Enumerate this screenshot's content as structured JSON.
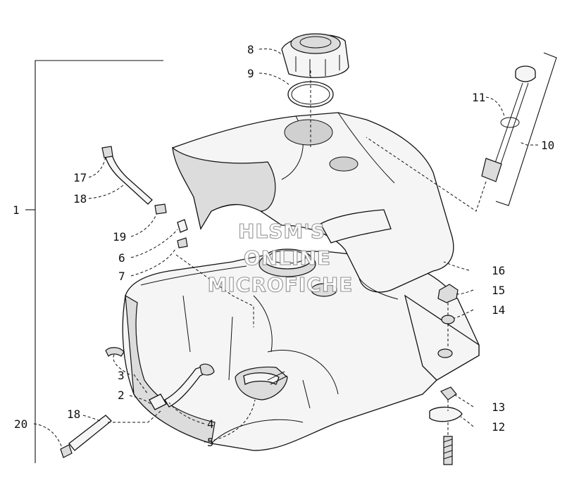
{
  "watermark": {
    "line1": "HLSM'S",
    "line2": "ONLINE",
    "line3": "MICROFICHE"
  },
  "callouts": {
    "c1": "1",
    "c2": "2",
    "c3": "3",
    "c4": "4",
    "c5": "5",
    "c6": "6",
    "c7": "7",
    "c8": "8",
    "c9": "9",
    "c10": "10",
    "c11": "11",
    "c12": "12",
    "c13": "13",
    "c14": "14",
    "c15": "15",
    "c16": "16",
    "c17": "17",
    "c18a": "18",
    "c18b": "18",
    "c19": "19",
    "c20": "20"
  }
}
